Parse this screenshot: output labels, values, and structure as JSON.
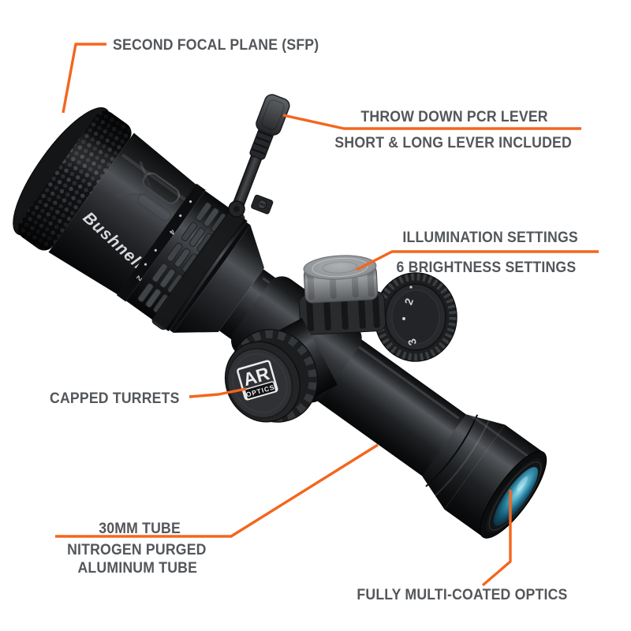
{
  "colors": {
    "background": "#ffffff",
    "accent_orange": "#f3661e",
    "label_gray": "#53565a",
    "scope_black": "#1a1c1e",
    "illumination_knob_gray": "#94979a",
    "lens_blue": "#3c92ab"
  },
  "callouts": {
    "sfp": {
      "label": "SECOND FOCAL PLANE (SFP)"
    },
    "lever": {
      "title": "THROW DOWN PCR LEVER",
      "subtitle": "SHORT & LONG LEVER INCLUDED"
    },
    "illumination": {
      "title": "ILLUMINATION SETTINGS",
      "subtitle": "6 BRIGHTNESS SETTINGS"
    },
    "turrets": {
      "label": "CAPPED TURRETS"
    },
    "tube": {
      "title": "30MM TUBE",
      "subtitle_line1": "NITROGEN PURGED",
      "subtitle_line2": "ALUMINUM TUBE"
    },
    "optics": {
      "label": "FULLY MULTI-COATED OPTICS"
    }
  },
  "scope": {
    "brand": "Bushnell",
    "badge_line1": "AR",
    "badge_line2": "OPTICS",
    "illumination_dial_numbers": [
      "2",
      "3"
    ],
    "zoom_ring_numbers": [
      "4",
      "2"
    ]
  }
}
